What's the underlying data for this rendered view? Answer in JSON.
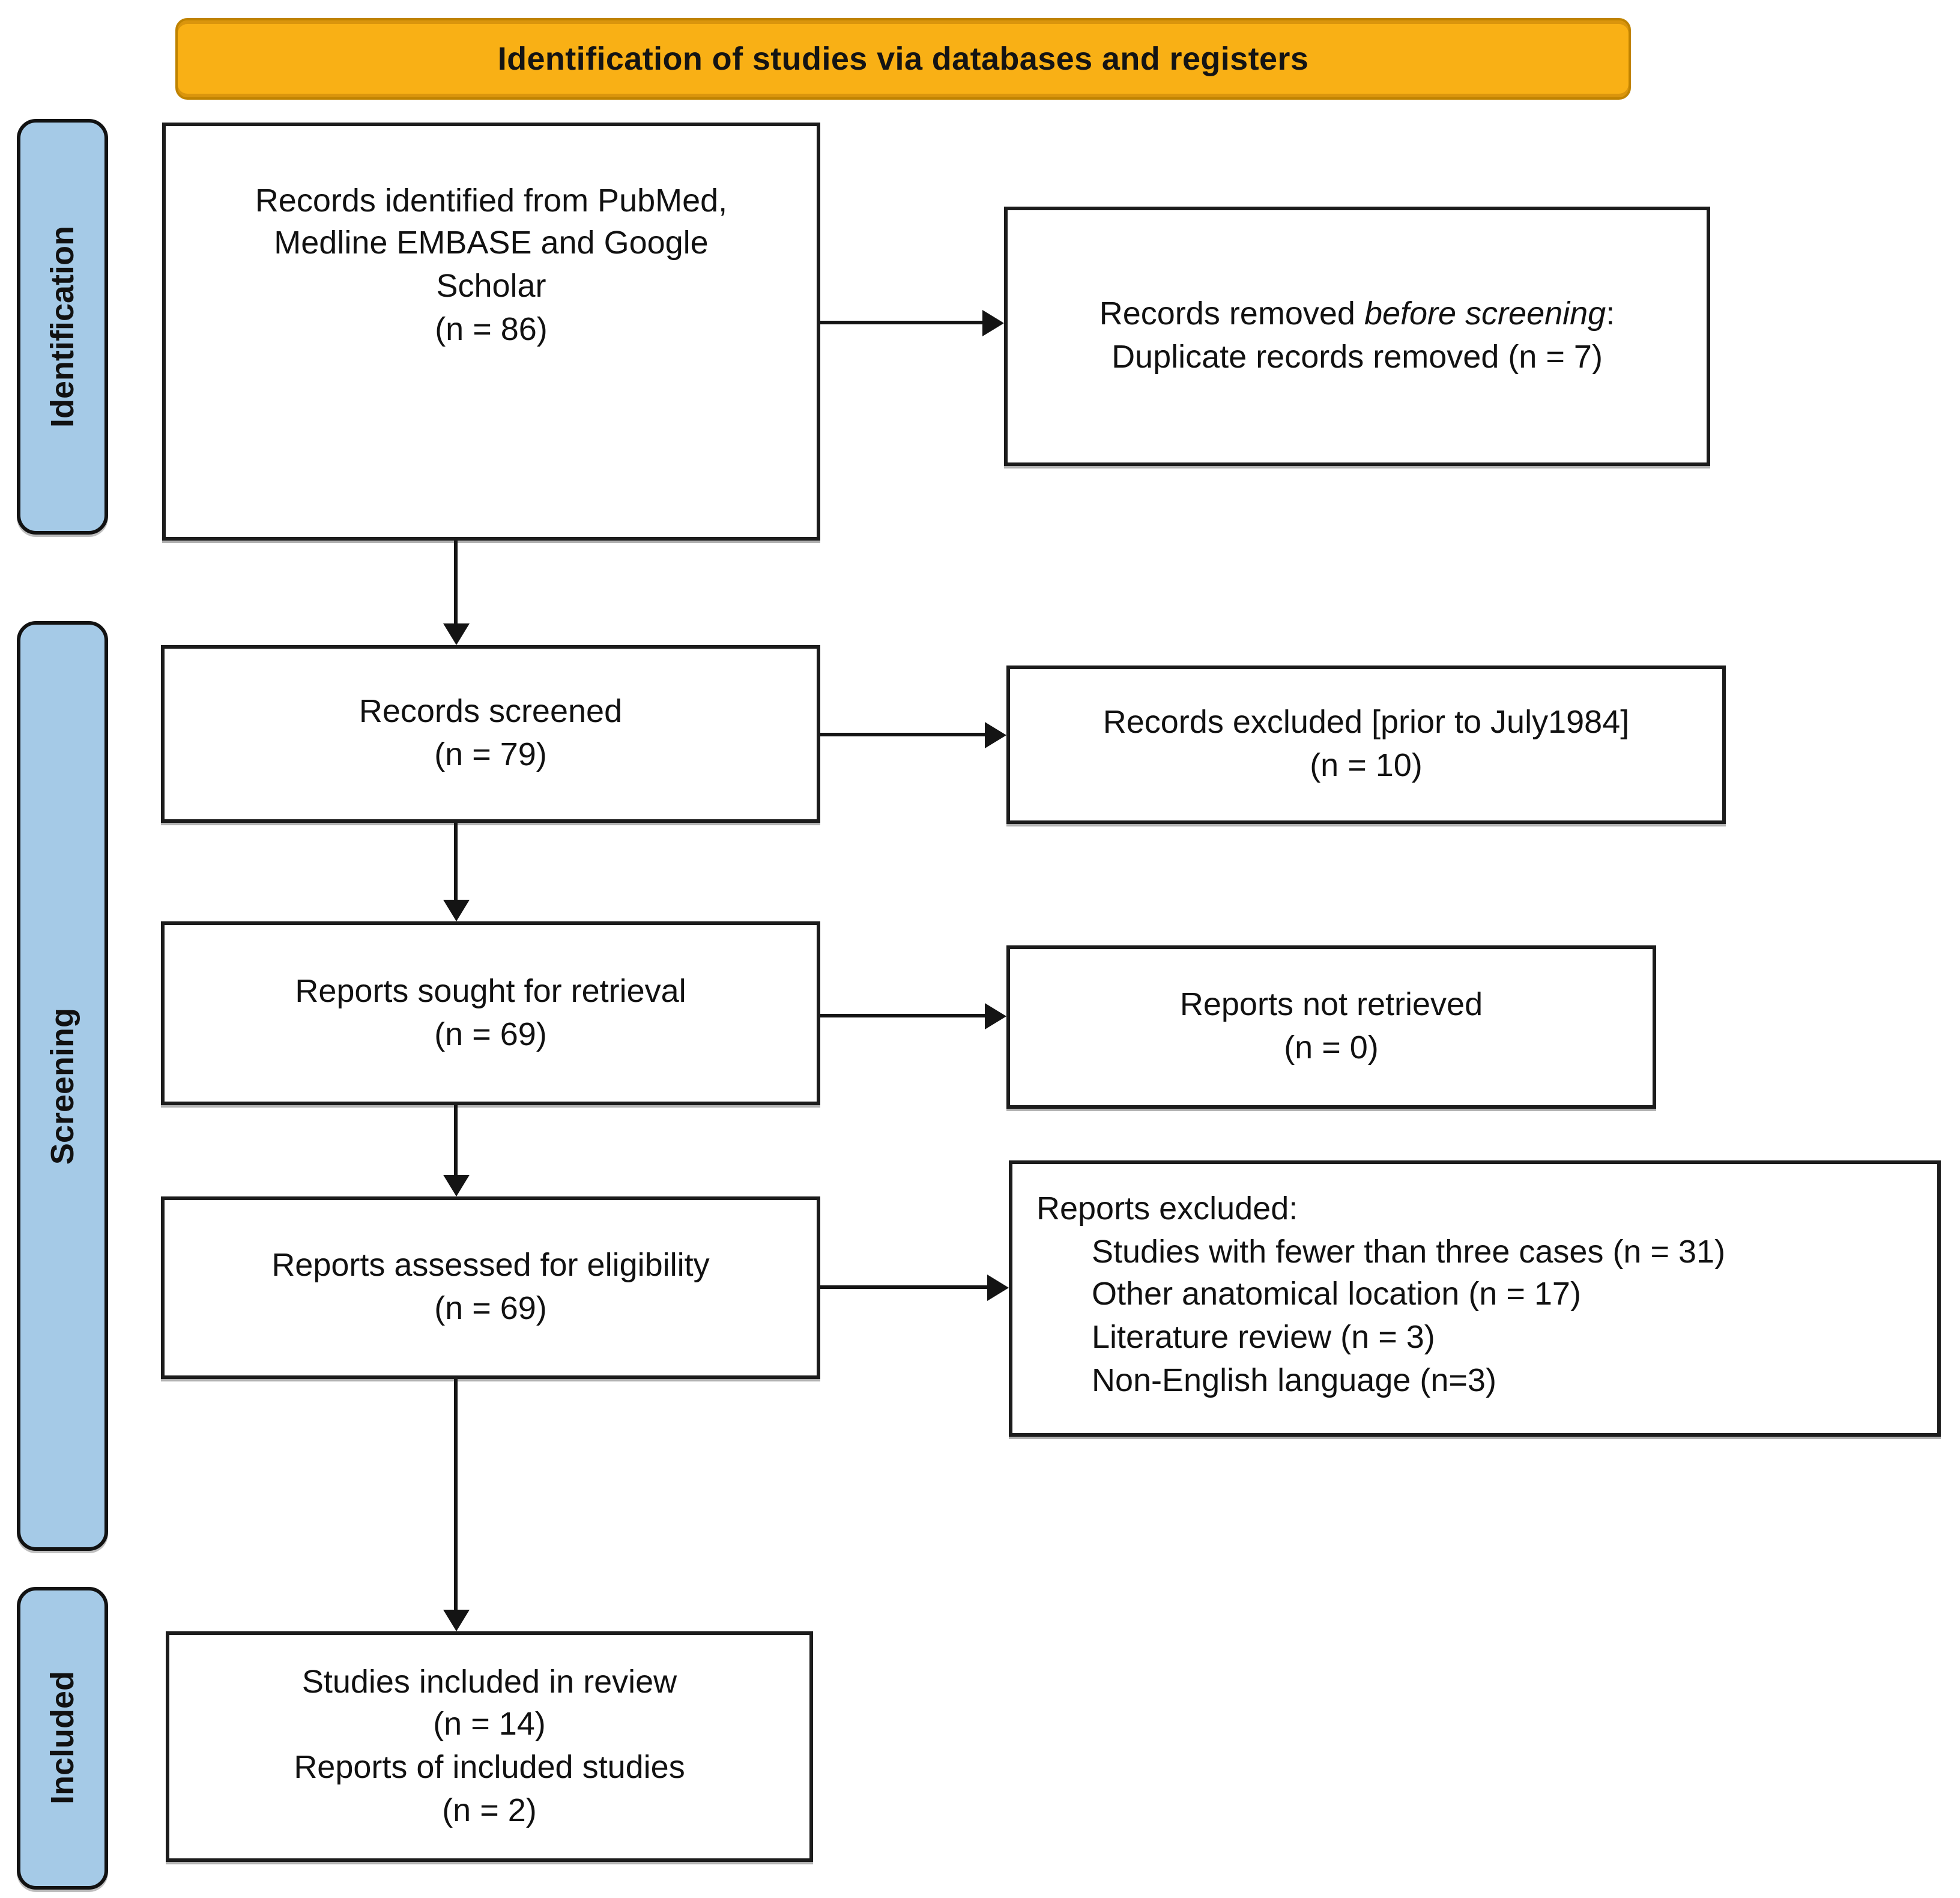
{
  "banner": {
    "text": "Identification of studies via databases and registers"
  },
  "stages": {
    "identification": "Identification",
    "screening": "Screening",
    "included": "Included"
  },
  "boxes": {
    "records_identified": {
      "line1": "Records identified from PubMed,",
      "line2": "Medline EMBASE and Google",
      "line3": "Scholar",
      "line4": "(n = 86)"
    },
    "records_removed": {
      "line1_prefix": "Records removed ",
      "line1_italic": "before screening",
      "line1_suffix": ":",
      "line2": "Duplicate records removed (n = 7)"
    },
    "records_screened": {
      "line1": "Records screened",
      "line2": "(n = 79)"
    },
    "records_excluded": {
      "line1": "Records excluded [prior to July1984]",
      "line2": "(n = 10)"
    },
    "reports_sought": {
      "line1": "Reports sought for retrieval",
      "line2": "(n = 69)"
    },
    "reports_not_retrieved": {
      "line1": "Reports not retrieved",
      "line2": "(n = 0)"
    },
    "reports_assessed": {
      "line1": "Reports assessed for eligibility",
      "line2": "(n = 69)"
    },
    "reports_excluded": {
      "title": "Reports excluded:",
      "item1": "Studies with fewer than three cases (n = 31)",
      "item2": "Other anatomical location (n = 17)",
      "item3": "Literature review (n = 3)",
      "item4": "Non-English language (n=3)"
    },
    "studies_included": {
      "line1": "Studies included in review",
      "line2": "(n = 14)",
      "line3": "Reports of included studies",
      "line4": "(n = 2)"
    }
  },
  "colors": {
    "banner_bg": "#F9B015",
    "banner_border": "#C08300",
    "stage_tab_bg": "#A5CAE7",
    "box_border": "#1C1C1C",
    "box_bg": "#FFFFFF",
    "arrow": "#141414",
    "text": "#111111"
  }
}
